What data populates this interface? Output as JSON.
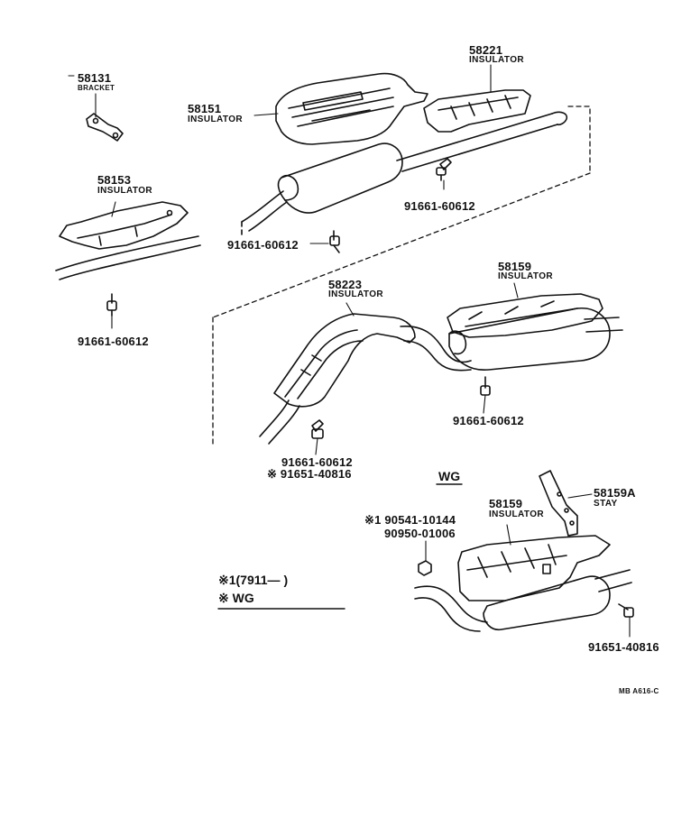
{
  "parts": {
    "p58131": {
      "number": "58131",
      "name": "BRACKET"
    },
    "p58151": {
      "number": "58151",
      "name": "INSULATOR"
    },
    "p58221": {
      "number": "58221",
      "name": "INSULATOR"
    },
    "p58153": {
      "number": "58153",
      "name": "INSULATOR"
    },
    "p58223": {
      "number": "58223",
      "name": "INSULATOR"
    },
    "p58159_upper": {
      "number": "58159",
      "name": "INSULATOR"
    },
    "p58159_lower": {
      "number": "58159",
      "name": "INSULATOR"
    },
    "p58159A": {
      "number": "58159A",
      "name": "STAY"
    }
  },
  "bolts": {
    "b_upper_right": "91661-60612",
    "b_upper_mid": "91661-60612",
    "b_left": "91661-60612",
    "b_mid_right": "91661-60612",
    "b_mid_lower": "91661-60612",
    "b_mid_lower_alt": "※ 91651-40816",
    "b_wg_nut_1": "※1 90541-10144",
    "b_wg_nut_2": "90950-01006",
    "b_wg_bolt": "91651-40816"
  },
  "wg_heading": "WG",
  "legend": {
    "line1": "※1(7911—        )",
    "line2": "※  WG"
  },
  "reference_code": "MB  A616-C"
}
